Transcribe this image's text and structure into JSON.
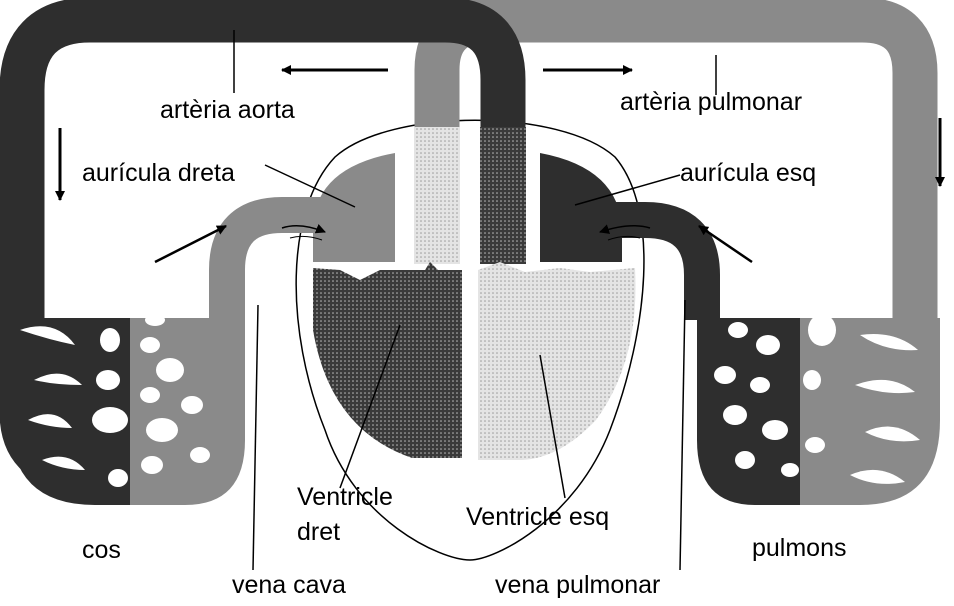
{
  "labels": {
    "arteria_aorta": "artèria aorta",
    "arteria_pulmonar": "artèria pulmonar",
    "auricula_dreta": "aurícula dreta",
    "auricula_esq": "aurícula esq",
    "ventricle_dret_line1": "Ventricle",
    "ventricle_dret_line2": "dret",
    "ventricle_esq": "Ventricle esq",
    "cos": "cos",
    "pulmons": "pulmons",
    "vena_cava": "vena cava",
    "vena_pulmonar": "vena pulmonar"
  },
  "colors": {
    "deoxygenated": "#2e2e2e",
    "oxygenated": "#8a8a8a",
    "background": "#ffffff",
    "outline": "#000000"
  }
}
